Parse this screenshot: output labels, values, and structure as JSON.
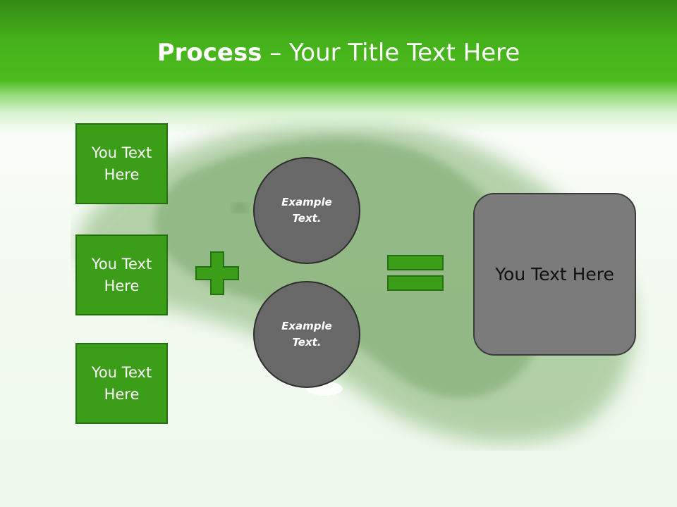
{
  "title": {
    "bold": "Process",
    "rest": " – Your Title Text Here"
  },
  "left_boxes": [
    {
      "label": "You Text Here"
    },
    {
      "label": "You Text Here"
    },
    {
      "label": "You Text Here"
    }
  ],
  "circles": [
    {
      "label": "Example Text."
    },
    {
      "label": "Example Text."
    }
  ],
  "result": {
    "label": "You Text Here"
  },
  "colors": {
    "header_green": "#45b11b",
    "box_green": "#3b9d18",
    "circle_gray": "#686868",
    "result_gray": "#7b7b7b"
  },
  "icons": {
    "plus": "plus-icon",
    "equals": "equals-icon"
  }
}
